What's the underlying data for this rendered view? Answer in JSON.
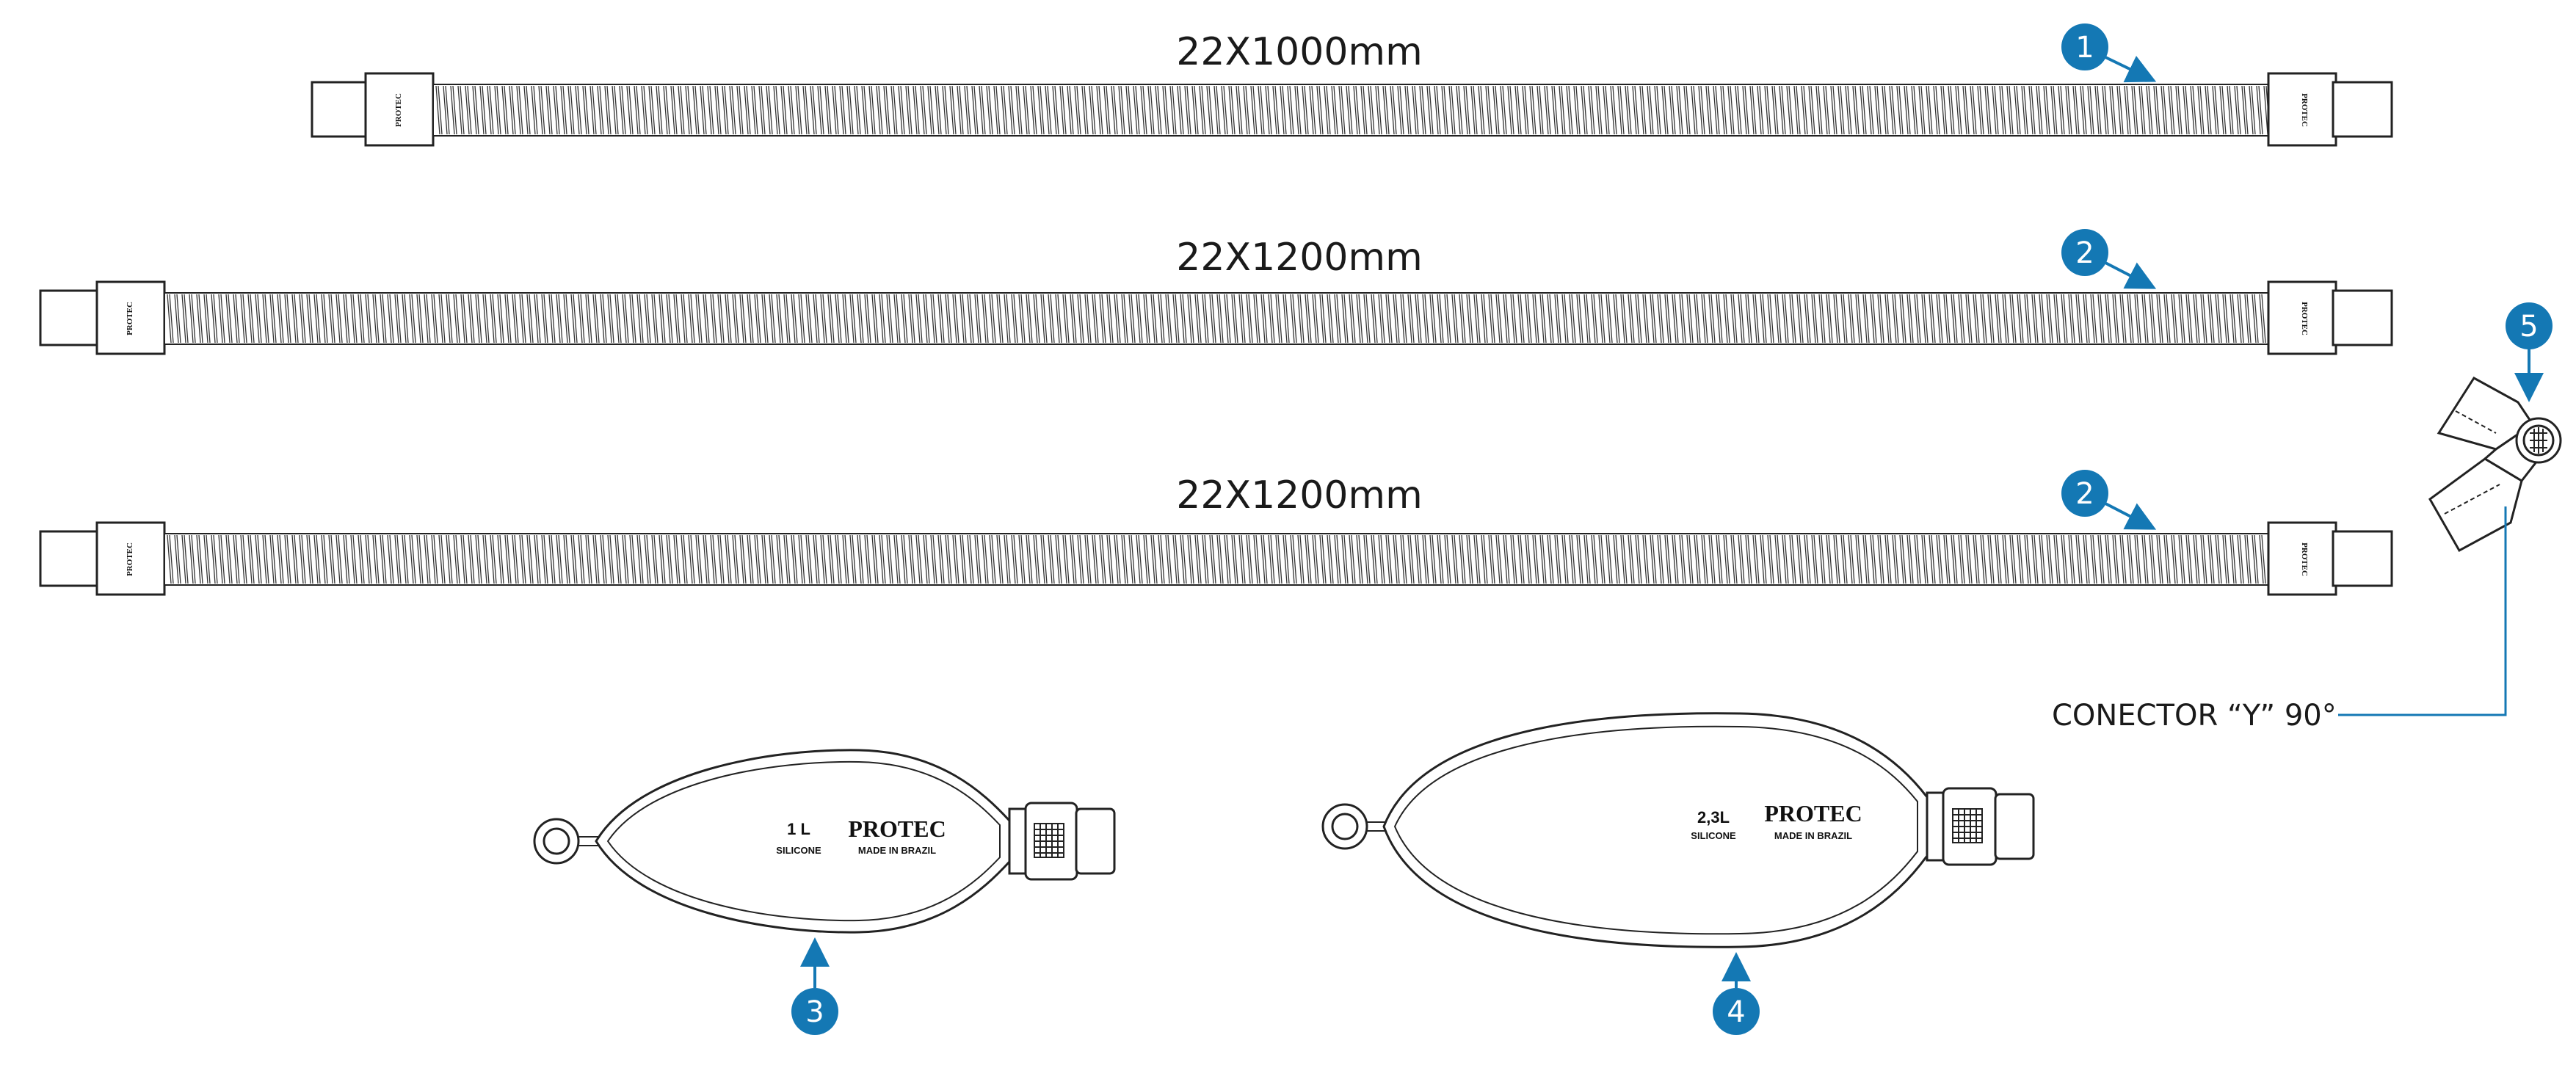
{
  "hoses": [
    {
      "label": "22X1000mm",
      "brand": "PROTEC",
      "callout": "1"
    },
    {
      "label": "22X1200mm",
      "brand": "PROTEC",
      "callout": "2"
    },
    {
      "label": "22X1200mm",
      "brand": "PROTEC",
      "callout": "2"
    }
  ],
  "bags": [
    {
      "volume": "1 L",
      "material": "SILICONE",
      "brand": "PROTEC",
      "origin": "MADE IN BRAZIL",
      "callout": "3"
    },
    {
      "volume": "2,3L",
      "material": "SILICONE",
      "brand": "PROTEC",
      "origin": "MADE IN BRAZIL",
      "callout": "4"
    }
  ],
  "connector": {
    "label": "CONECTOR “Y” 90°",
    "callout": "5"
  },
  "colors": {
    "callout": "#1478b4",
    "line": "#222222"
  }
}
